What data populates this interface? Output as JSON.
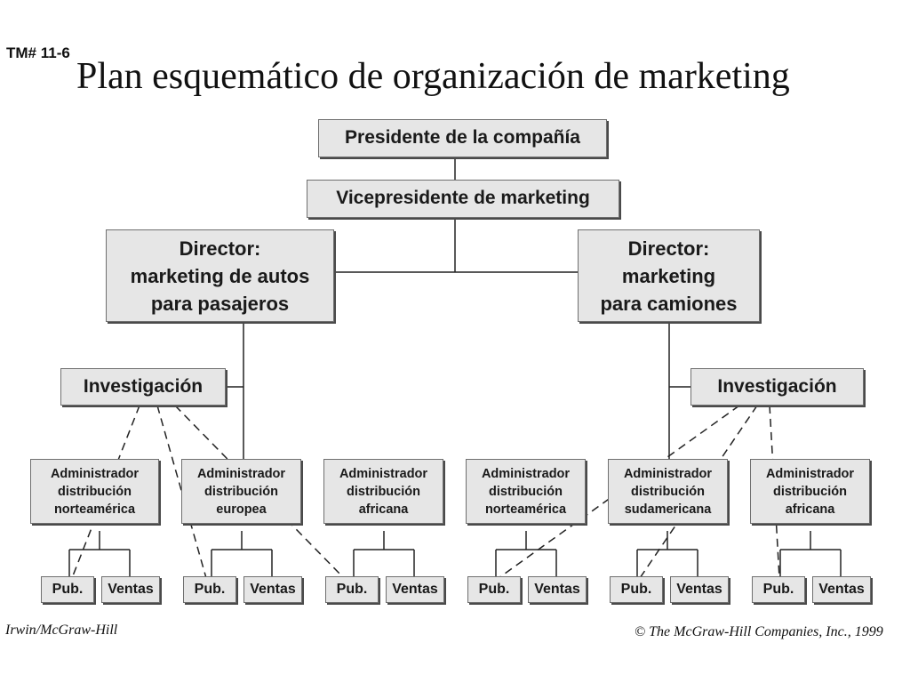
{
  "slide": {
    "tm_label": "TM# 11-6",
    "title": "Plan esquemático de organización de marketing"
  },
  "org": {
    "president": "Presidente de la compañía",
    "vp": "Vicepresidente de marketing",
    "director_autos": [
      "Director:",
      "marketing de autos",
      "para pasajeros"
    ],
    "director_trucks": [
      "Director:",
      "marketing",
      "para camiones"
    ],
    "research_left": "Investigación",
    "research_right": "Investigación",
    "managers": [
      [
        "Administrador",
        "distribución",
        "norteamérica"
      ],
      [
        "Administrador",
        "distribución",
        "europea"
      ],
      [
        "Administrador",
        "distribución",
        "africana"
      ],
      [
        "Administrador",
        "distribución",
        "norteamérica"
      ],
      [
        "Administrador",
        "distribución",
        "sudamericana"
      ],
      [
        "Administrador",
        "distribución",
        "africana"
      ]
    ],
    "pub_label": "Pub.",
    "sales_label": "Ventas"
  },
  "footer": {
    "left": "Irwin/McGraw-Hill",
    "right": "© The McGraw-Hill Companies, Inc., 1999"
  }
}
